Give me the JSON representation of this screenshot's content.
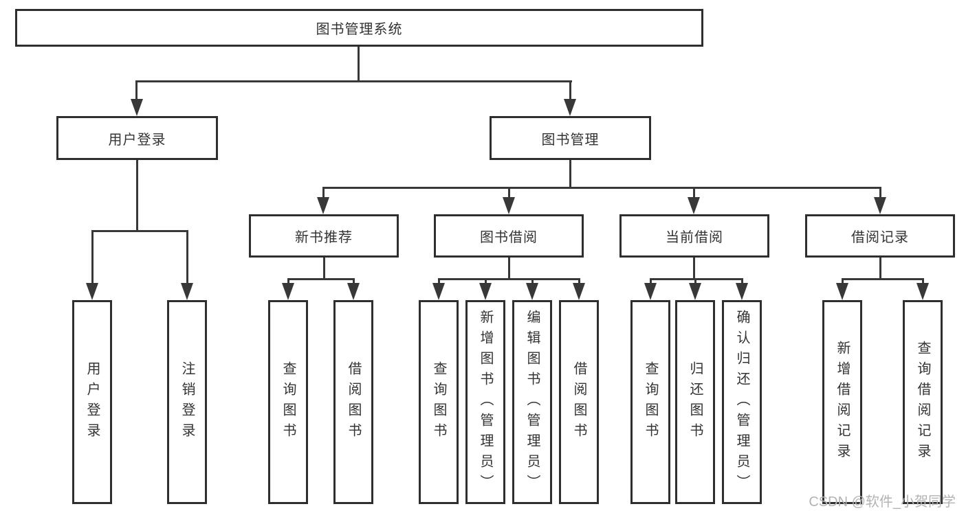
{
  "colors": {
    "line": "#383838",
    "box_border": "#2e2e2e",
    "text": "#333333",
    "watermark": "#b3b3b3",
    "background": "#ffffff"
  },
  "watermark": {
    "text": "CSDN @软件_小贺同学"
  },
  "tree": {
    "root": {
      "label": "图书管理系统"
    },
    "branches": [
      {
        "label": "用户登录",
        "leaves": [
          {
            "label": "用户登录"
          },
          {
            "label": "注销登录"
          }
        ]
      },
      {
        "label": "图书管理",
        "groups": [
          {
            "label": "新书推荐",
            "leaves": [
              {
                "label": "查询图书"
              },
              {
                "label": "借阅图书"
              }
            ]
          },
          {
            "label": "图书借阅",
            "leaves": [
              {
                "label": "查询图书"
              },
              {
                "label": "新增图书（管理员）"
              },
              {
                "label": "编辑图书（管理员）"
              },
              {
                "label": "借阅图书"
              }
            ]
          },
          {
            "label": "当前借阅",
            "leaves": [
              {
                "label": "查询图书"
              },
              {
                "label": "归还图书"
              },
              {
                "label": "确认归还（管理员）"
              }
            ]
          },
          {
            "label": "借阅记录",
            "leaves": [
              {
                "label": "新增借阅记录"
              },
              {
                "label": "查询借阅记录"
              }
            ]
          }
        ]
      }
    ]
  }
}
